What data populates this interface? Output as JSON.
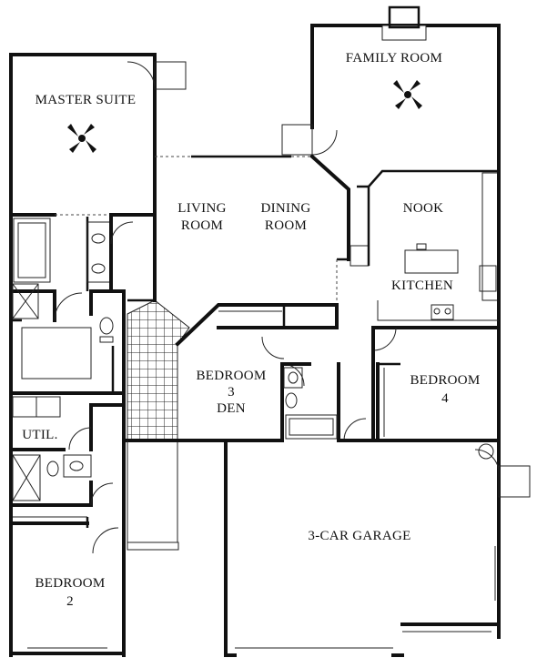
{
  "rooms": {
    "master_suite": "MASTER SUITE",
    "family_room": "FAMILY ROOM",
    "living_room": [
      "LIVING",
      "ROOM"
    ],
    "dining_room": [
      "DINING",
      "ROOM"
    ],
    "nook": "NOOK",
    "kitchen": "KITCHEN",
    "bedroom3": [
      "BEDROOM",
      "3",
      "DEN"
    ],
    "bedroom4": "BEDROOM",
    "bedroom4_num": "4",
    "util": "UTIL.",
    "garage": "3-CAR GARAGE",
    "bedroom2": [
      "BEDROOM",
      "2"
    ]
  }
}
